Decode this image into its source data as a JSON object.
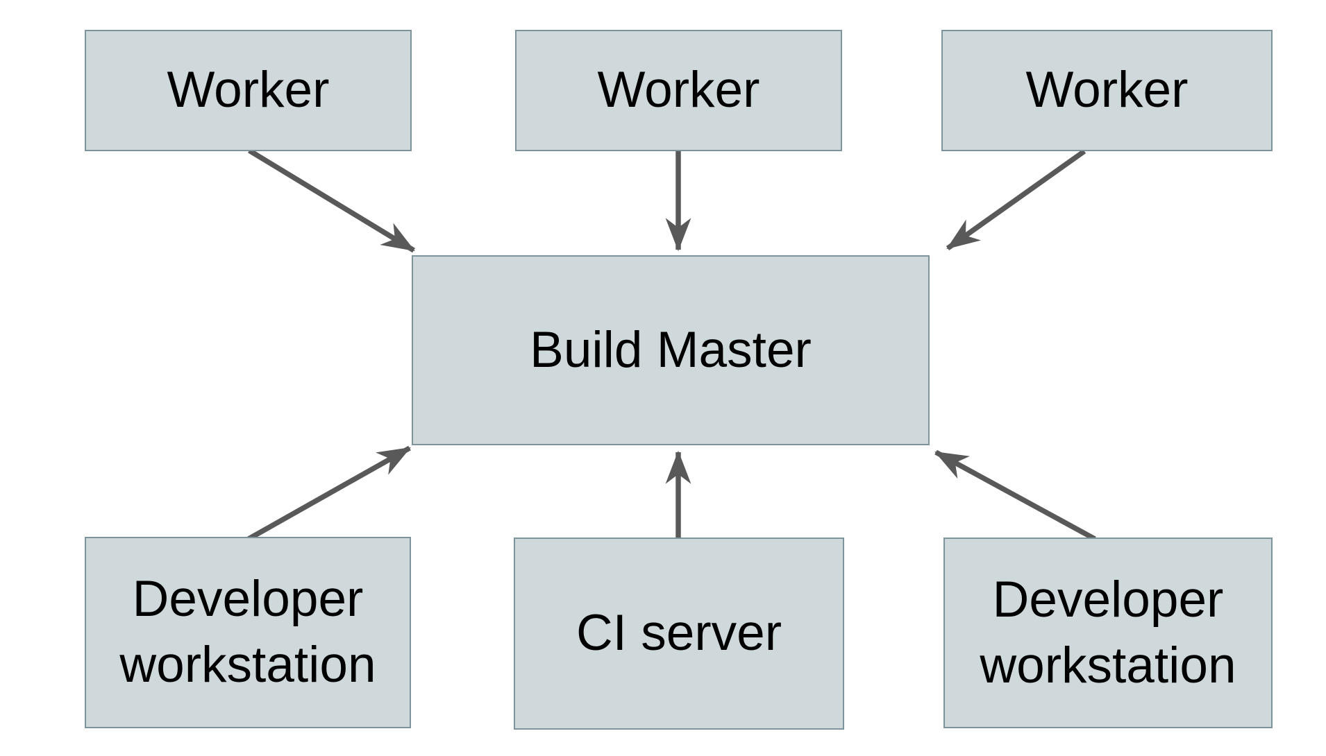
{
  "diagram": {
    "nodes": {
      "worker_left": {
        "label": "Worker"
      },
      "worker_center": {
        "label": "Worker"
      },
      "worker_right": {
        "label": "Worker"
      },
      "build_master": {
        "label": "Build Master"
      },
      "dev_workstation_left": {
        "label": "Developer workstation"
      },
      "ci_server": {
        "label": "CI server"
      },
      "dev_workstation_right": {
        "label": "Developer workstation"
      }
    },
    "edges": [
      {
        "from": "worker_left",
        "to": "build_master"
      },
      {
        "from": "worker_center",
        "to": "build_master"
      },
      {
        "from": "worker_right",
        "to": "build_master"
      },
      {
        "from": "dev_workstation_left",
        "to": "build_master"
      },
      {
        "from": "ci_server",
        "to": "build_master"
      },
      {
        "from": "dev_workstation_right",
        "to": "build_master"
      }
    ],
    "colors": {
      "background": "#ffffff",
      "node_fill": "#cfd8db",
      "node_border": "#7e949d",
      "arrow": "#595959",
      "text": "#000000"
    }
  }
}
